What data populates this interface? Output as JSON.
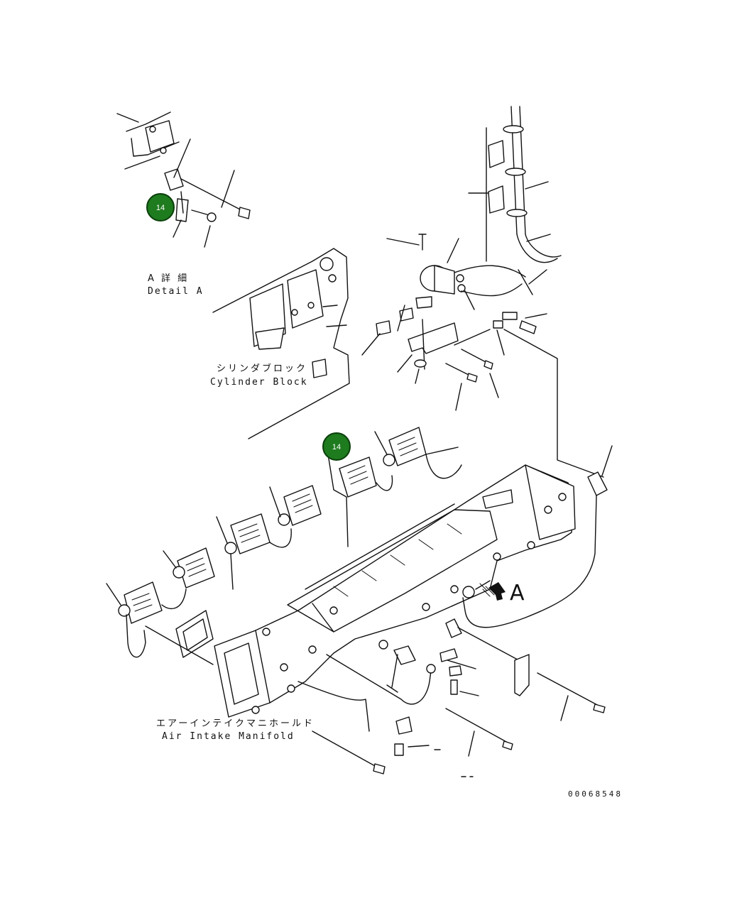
{
  "labels": {
    "detail_a_jp": "A 詳 細",
    "detail_a_en": "Detail A",
    "cylinder_block_jp": "シリンダブロック",
    "cylinder_block_en": "Cylinder Block",
    "air_intake_jp": "エアーインテイクマニホールド",
    "air_intake_en": "Air Intake Manifold",
    "view_arrow": "A",
    "document_number": "00068548"
  },
  "callouts": [
    {
      "label": "14",
      "color": "#1e7b1e"
    },
    {
      "label": "14",
      "color": "#1e7b1e"
    }
  ],
  "icons": {
    "view_arrow": "hatched-arrow-icon"
  }
}
